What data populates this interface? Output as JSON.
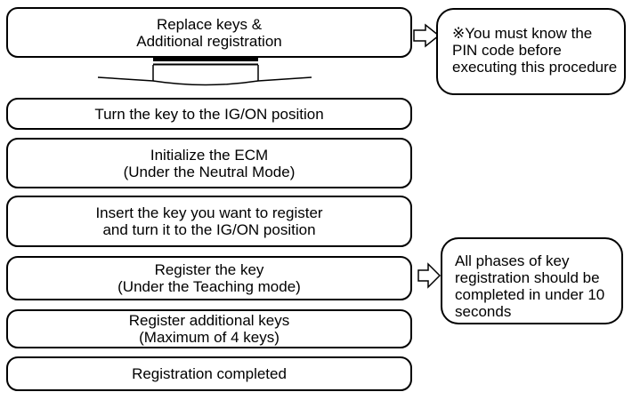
{
  "diagram": {
    "type": "flowchart",
    "colors": {
      "background": "#ffffff",
      "border": "#000000",
      "text": "#000000"
    },
    "steps": [
      {
        "lines": [
          "Replace keys &",
          "Additional registration"
        ]
      },
      {
        "lines": [
          "Turn the key to the IG/ON position"
        ]
      },
      {
        "lines": [
          "Initialize the ECM",
          "(Under the Neutral Mode)"
        ]
      },
      {
        "lines": [
          "Insert the key you want to register",
          "and turn it to the IG/ON position"
        ]
      },
      {
        "lines": [
          "Register the key",
          "(Under the Teaching mode)"
        ]
      },
      {
        "lines": [
          "Register additional keys",
          "(Maximum of 4 keys)"
        ]
      },
      {
        "lines": [
          "Registration completed"
        ]
      }
    ],
    "notes": [
      {
        "lines": [
          "※You must know the",
          "PIN code before",
          "executing this procedure"
        ]
      },
      {
        "lines": [
          "All phases of key",
          "registration should be",
          "completed in under 10",
          "seconds"
        ]
      }
    ]
  }
}
